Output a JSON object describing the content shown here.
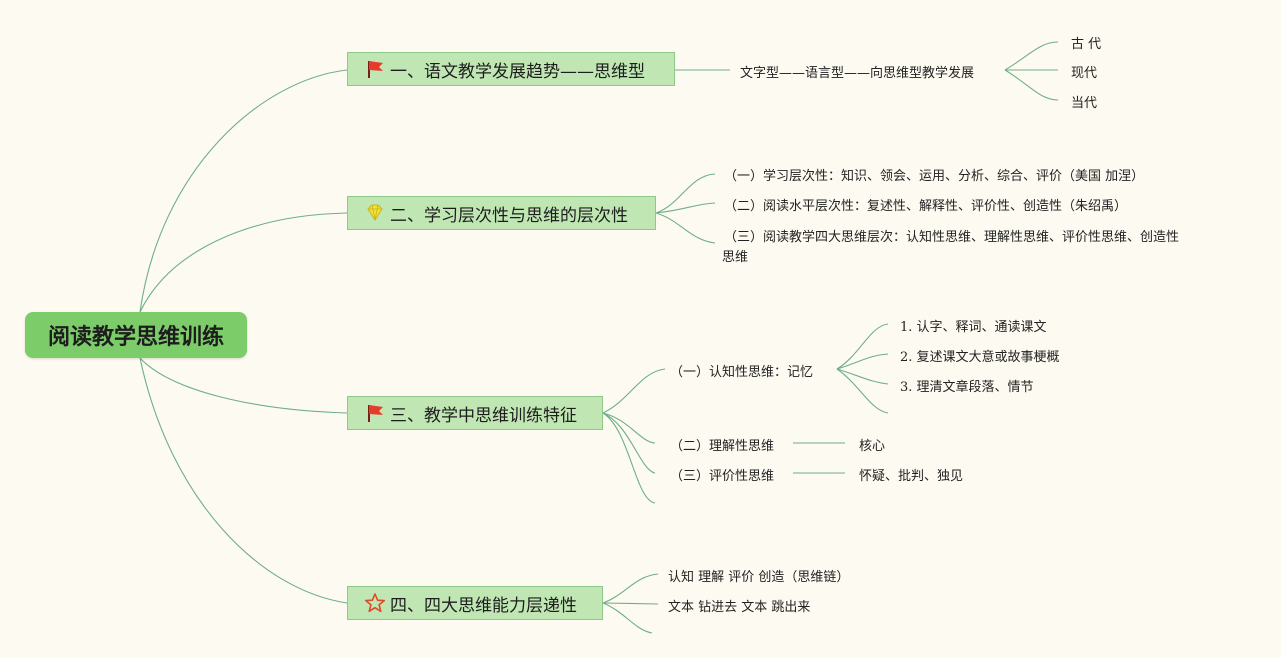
{
  "root": {
    "label": "阅读教学思维训练"
  },
  "branches": [
    {
      "label": "一、语文教学发展趋势——思维型",
      "icon": "red-flag-icon",
      "sub": "文字型——语言型——向思维型教学发展",
      "leaves": [
        "古 代",
        "现代",
        "当代"
      ]
    },
    {
      "label": "二、学习层次性与思维的层次性",
      "icon": "yellow-gem-icon",
      "items": [
        "（一）学习层次性：知识、领会、运用、分析、综合、评价（美国 加涅）",
        "（二）阅读水平层次性：复述性、解释性、评价性、创造性（朱绍禹）",
        "（三）阅读教学四大思维层次：认知性思维、理解性思维、评价性思维、创造性",
        "思维"
      ]
    },
    {
      "label": "三、教学中思维训练特征",
      "icon": "red-flag-icon",
      "items": [
        {
          "label": "（一）认知性思维：记忆",
          "children": [
            "1. 认字、释词、通读课文",
            "2. 复述课文大意或故事梗概",
            "3. 理清文章段落、情节"
          ]
        },
        {
          "label": "（二）理解性思维",
          "note": "核心"
        },
        {
          "label": "（三）评价性思维",
          "note": "怀疑、批判、独见"
        }
      ]
    },
    {
      "label": "四、四大思维能力层递性",
      "icon": "star-outline-icon",
      "items": [
        "认知 理解 评价 创造（思维链）",
        "文本 钻进去 文本 跳出来"
      ]
    }
  ],
  "colors": {
    "line": "#6fae88",
    "root": "#7ccd6a",
    "main": "#bfe6b3",
    "flag": "#e53a2c",
    "gem": "#f1e23a"
  }
}
